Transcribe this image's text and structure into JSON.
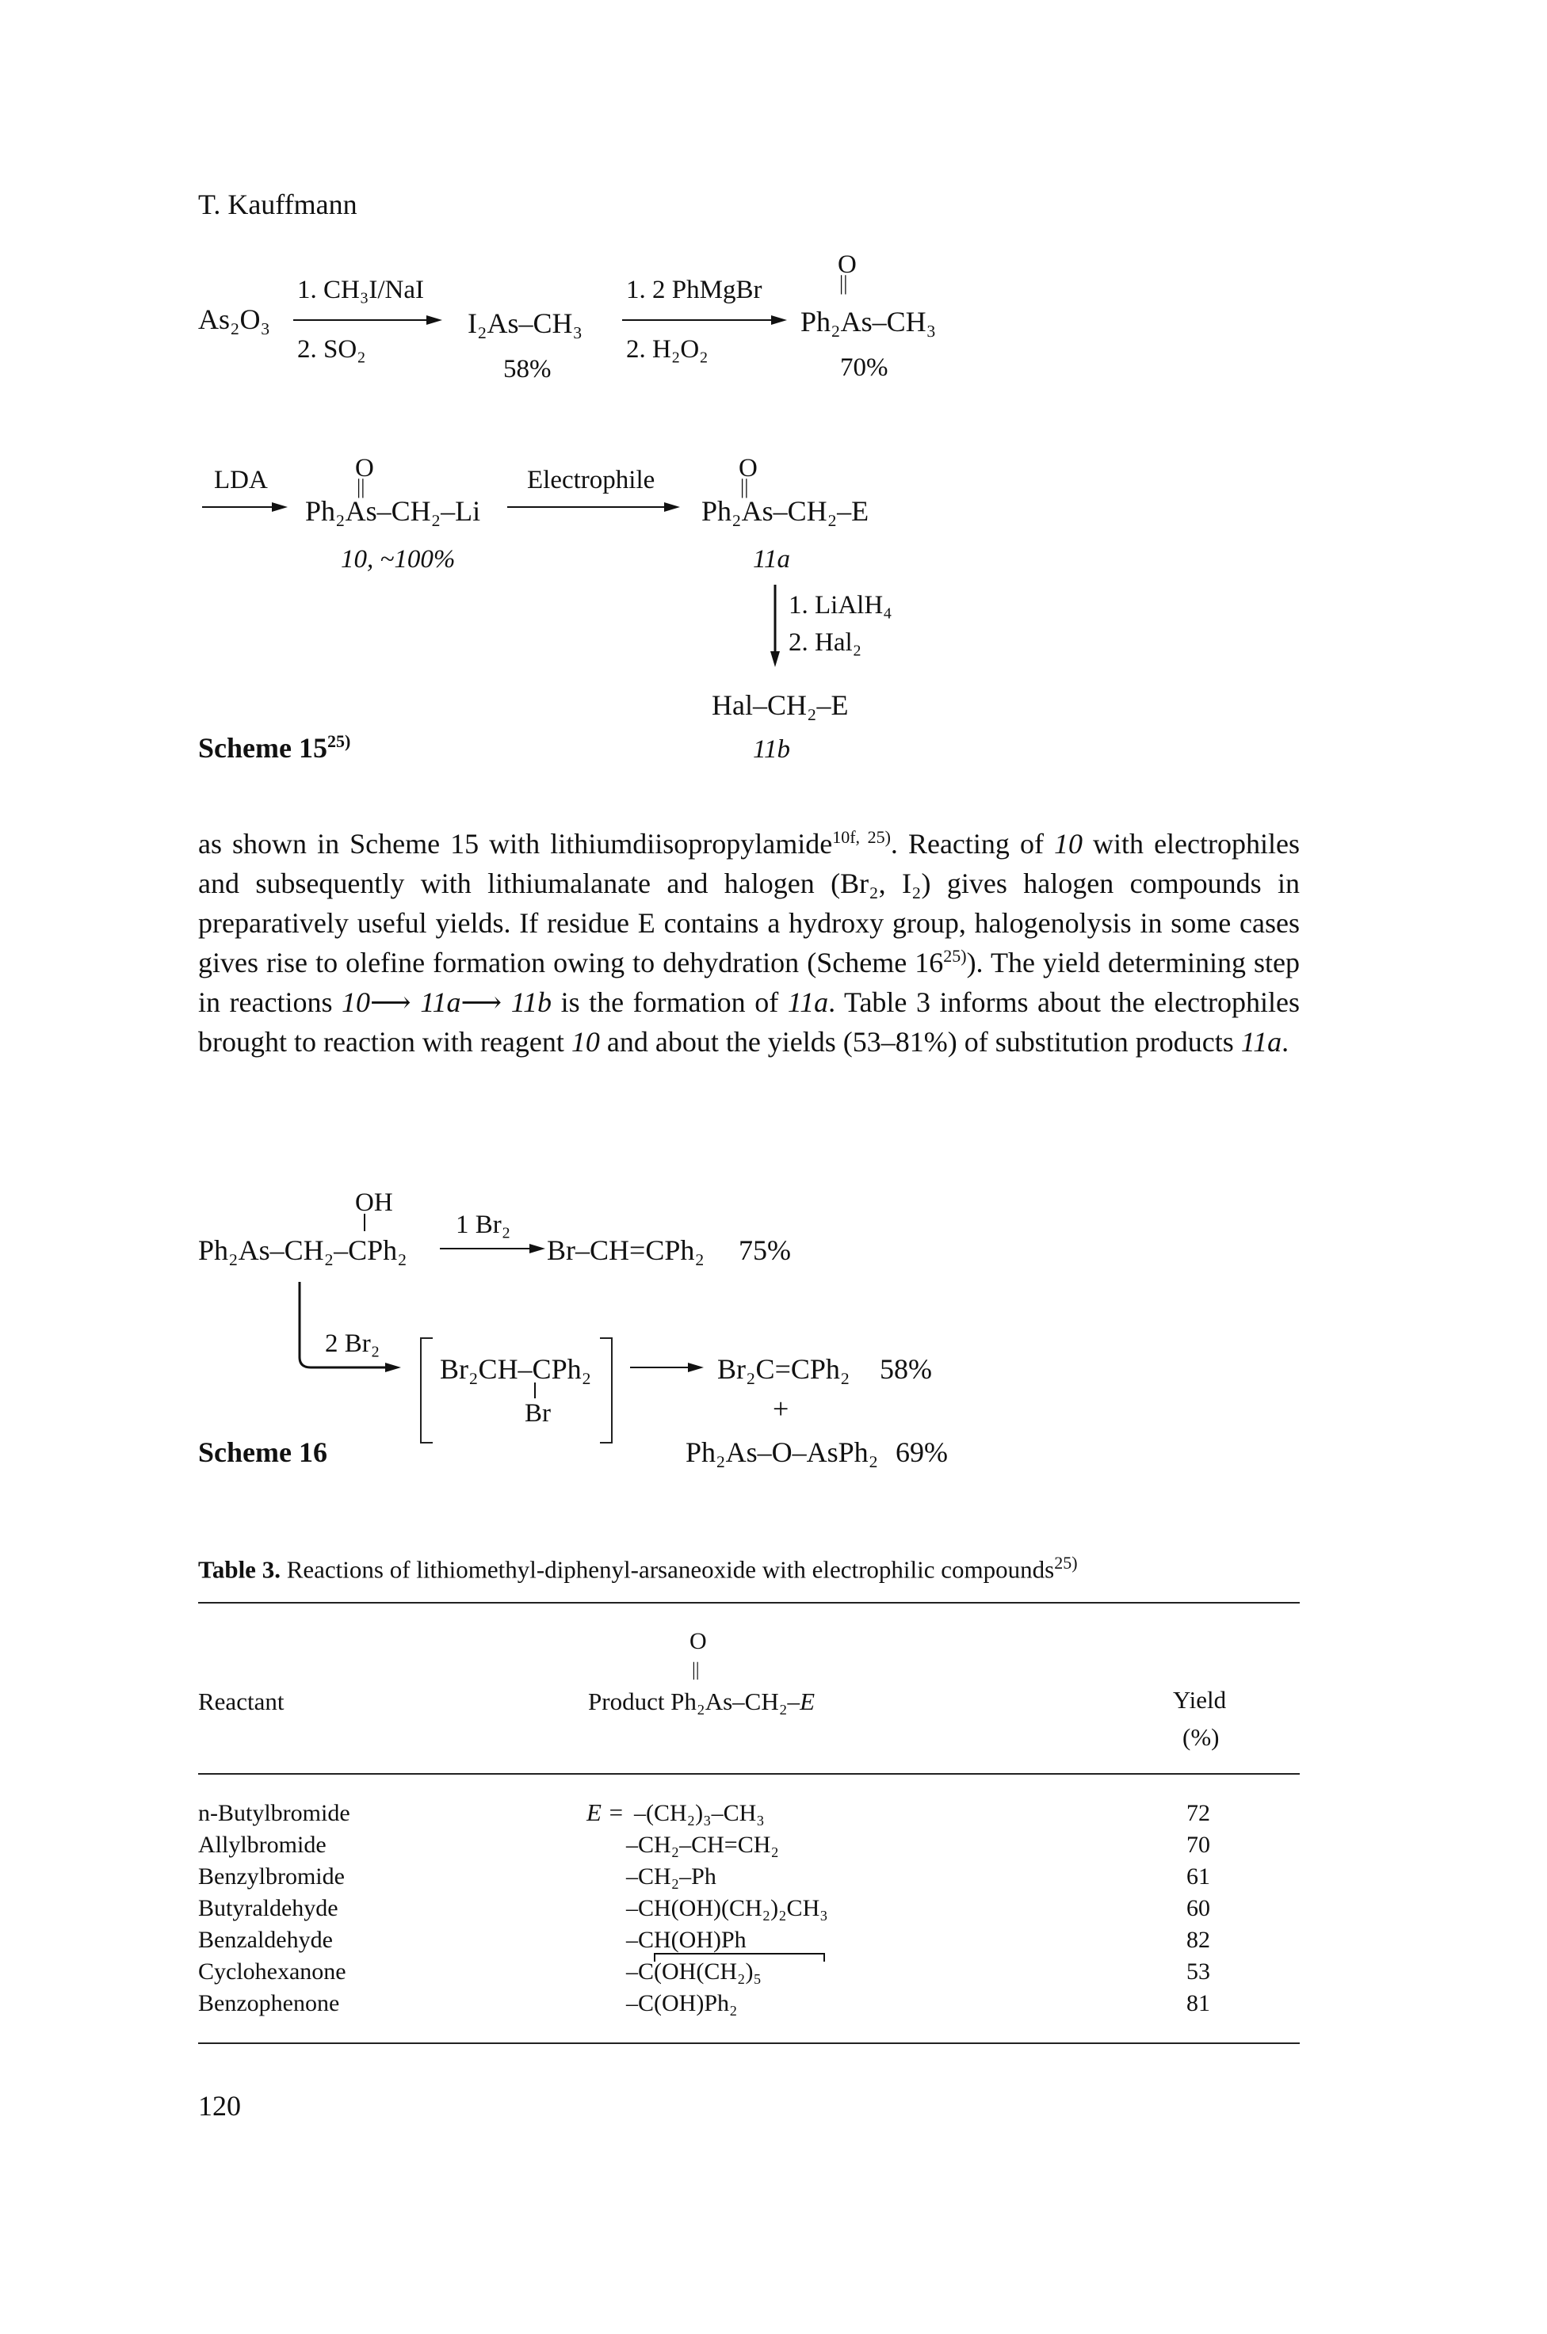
{
  "header": {
    "author": "T. Kauffmann"
  },
  "scheme15": {
    "start": "As₂O₃",
    "step1_line1": "1. CH₃I/NaI",
    "step1_line2": "2. SO₂",
    "intermediate1": "I₂As–CH₃",
    "intermediate1_yield": "58%",
    "step2_line1": "1. 2 PhMgBr",
    "step2_line2": "2. H₂O₂",
    "oxo": "O",
    "double_bond": "||",
    "product1": "Ph₂As–CH₃",
    "product1_yield": "70%",
    "step3": "LDA",
    "reagent10": "Ph₂As–CH₂–Li",
    "reagent10_label": "10, ~100%",
    "step4": "Electrophile",
    "product11a": "Ph₂As–CH₂–E",
    "product11a_label": "11a",
    "step5_line1": "1. LiAlH₄",
    "step5_line2": "2. Hal₂",
    "product11b": "Hal–CH₂–E",
    "product11b_label": "11b",
    "caption": "Scheme 15",
    "caption_ref": "25)"
  },
  "paragraph": {
    "p1": "as shown in Scheme 15 with lithiumdiisopropylamide",
    "ref1": "10f, 25)",
    "p2": ". Reacting of ",
    "r10a": "10",
    "p3": " with electrophiles and subsequently with lithiumalanate and halogen (Br₂, I₂) gives halogen compounds in preparatively useful yields. If residue E contains a hydroxy group, halogenolysis in some cases gives rise to olefine formation owing to dehydration (Scheme 16",
    "ref2": "25)",
    "p4": "). The yield determining step in reactions ",
    "r10b": "10",
    "arrow": "⟶",
    "r11a": "11a",
    "r11b": "11b",
    "p5": " is the formation of ",
    "r11a2": "11a",
    "p6": ". Table 3 informs about the electrophiles brought to reaction with reagent ",
    "r10c": "10",
    "p7": " and about the yields (53–81%) of substitution products ",
    "r11a3": "11a",
    "p8": "."
  },
  "scheme16": {
    "oh": "OH",
    "start": "Ph₂As–CH₂–CPh₂",
    "step1": "1 Br₂",
    "product1": "Br–CH=CPh₂",
    "product1_yield": "75%",
    "step2": "2 Br₂",
    "intermediate": "Br₂CH–CPh₂",
    "intermediate_br": "Br",
    "product2": "Br₂C=CPh₂",
    "product2_yield": "58%",
    "plus": "+",
    "product3": "Ph₂As–O–AsPh₂",
    "product3_yield": "69%",
    "caption": "Scheme 16"
  },
  "table3": {
    "caption_label": "Table 3.",
    "caption_text": "Reactions of lithiomethyl-diphenyl-arsaneoxide with electrophilic compounds",
    "caption_ref": "25)",
    "header": {
      "reactant": "Reactant",
      "product_oxo": "O",
      "product_bond": "||",
      "product": "Product Ph₂As–CH₂–",
      "product_e": "E",
      "yield": "Yield",
      "yield_unit": "(%)"
    },
    "e_prefix": "E =",
    "rows": [
      {
        "reactant": "n-Butylbromide",
        "product": "–(CH₂)₃–CH₃",
        "yield": "72"
      },
      {
        "reactant": "Allylbromide",
        "product": "–CH₂–CH=CH₂",
        "yield": "70"
      },
      {
        "reactant": "Benzylbromide",
        "product": "–CH₂–Ph",
        "yield": "61"
      },
      {
        "reactant": "Butyraldehyde",
        "product": "–CH(OH)(CH₂)₂CH₃",
        "yield": "60"
      },
      {
        "reactant": "Benzaldehyde",
        "product": "–CH(OH)Ph",
        "yield": "82"
      },
      {
        "reactant": "Cyclohexanone",
        "product": "–C(OH(CH₂)₅",
        "yield": "53"
      },
      {
        "reactant": "Benzophenone",
        "product": "–C(OH)Ph₂",
        "yield": "81"
      }
    ]
  },
  "footer": {
    "page_number": "120"
  }
}
